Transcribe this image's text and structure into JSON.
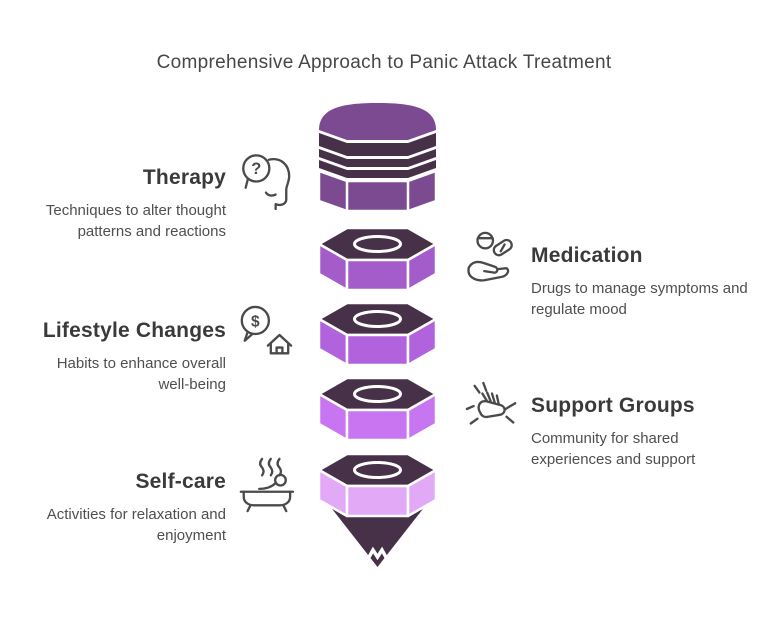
{
  "title": "Comprehensive Approach to Panic Attack Treatment",
  "colors": {
    "background": "#ffffff",
    "title_text": "#474747",
    "heading_text": "#3a3a3a",
    "body_text": "#4f4f4f",
    "icon_stroke": "#4a4a4a",
    "dark_purple": "#463149",
    "segment1": "#7b4a91",
    "segment2": "#a55ccb",
    "segment3": "#b163de",
    "segment4": "#c775f0",
    "segment5": "#e2aaf6",
    "seam_white": "#ffffff"
  },
  "items": [
    {
      "side": "left",
      "title": "Therapy",
      "description": "Techniques to alter thought patterns and reactions",
      "icon": "head-question-icon"
    },
    {
      "side": "right",
      "title": "Medication",
      "description": "Drugs to manage symptoms and regulate mood",
      "icon": "hand-pills-icon"
    },
    {
      "side": "left",
      "title": "Lifestyle Changes",
      "description": "Habits to enhance overall well-being",
      "icon": "dollar-bubble-house-icon"
    },
    {
      "side": "right",
      "title": "Support Groups",
      "description": "Community for shared experiences and support",
      "icon": "hands-together-icon"
    },
    {
      "side": "left",
      "title": "Self-care",
      "description": "Activities for relaxation and enjoyment",
      "icon": "bathtub-steam-icon"
    }
  ],
  "icon_glyphs": {
    "question_mark": "?",
    "dollar_sign": "$"
  },
  "funnel": {
    "shape": "pencil-funnel",
    "segment_count": 5,
    "levels": [
      "Therapy",
      "Medication",
      "Lifestyle Changes",
      "Support Groups",
      "Self-care"
    ]
  }
}
